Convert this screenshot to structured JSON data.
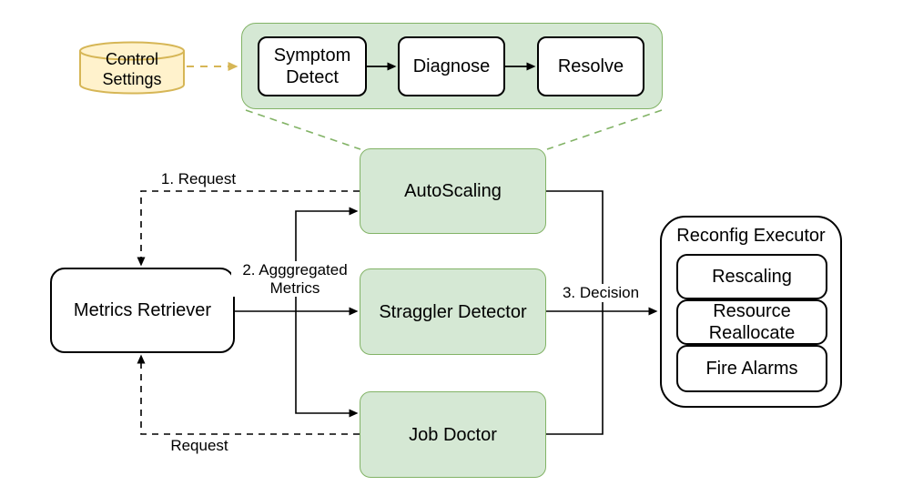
{
  "diagram_type": "flow-architecture",
  "colors": {
    "component_fill": "#d5e8d4",
    "component_stroke": "#82b366",
    "settings_fill": "#fff2cc",
    "settings_stroke": "#d6b656",
    "edge_color": "#000000",
    "background": "#ffffff"
  },
  "nodes": {
    "control_settings": {
      "label": "Control Settings"
    },
    "pipeline": {
      "steps": [
        {
          "label": "Symptom Detect"
        },
        {
          "label": "Diagnose"
        },
        {
          "label": "Resolve"
        }
      ]
    },
    "autoscaling": {
      "label": "AutoScaling"
    },
    "straggler_detector": {
      "label": "Straggler Detector"
    },
    "job_doctor": {
      "label": "Job Doctor"
    },
    "metrics_retriever": {
      "label": "Metrics Retriever"
    },
    "reconfig_executor": {
      "title": "Reconfig Executor",
      "actions": [
        {
          "label": "Rescaling"
        },
        {
          "label": "Resource Reallocate"
        },
        {
          "label": "Fire Alarms"
        }
      ]
    }
  },
  "edge_labels": {
    "request_top": "1. Request",
    "aggregated_metrics": "2. Agggregated Metrics",
    "decision": "3. Decision",
    "request_bottom": "Request"
  }
}
